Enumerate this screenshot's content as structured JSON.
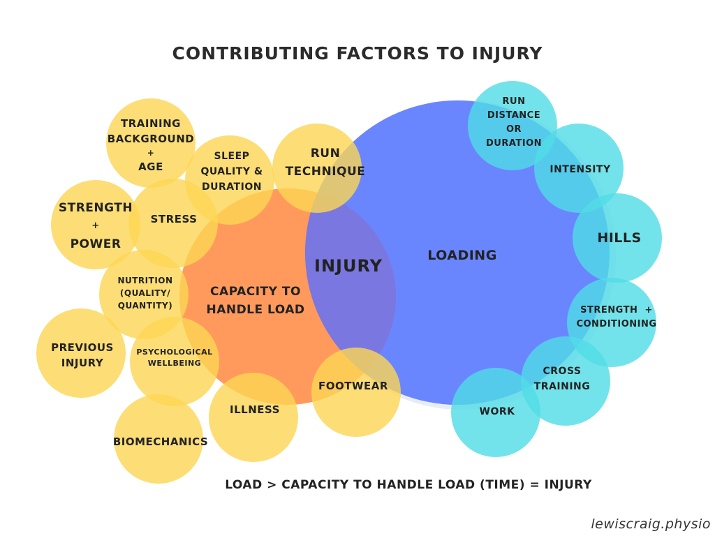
{
  "title": "CONTRIBUTING FACTORS TO INJURY",
  "formula": "LOAD > CAPACITY TO HANDLE LOAD (TIME) = INJURY",
  "watermark": "lewiscraig.physio",
  "colors": {
    "capacity": "#FF9A5C",
    "loading": "#6A86FF",
    "overlap": "#7B77E0",
    "yellow_factor": "#FDD654",
    "teal_factor": "#50DCE6"
  },
  "main_circles": {
    "capacity": {
      "label_line1": "CAPACITY TO",
      "label_line2": "HANDLE LOAD"
    },
    "loading": {
      "label": "LOADING"
    },
    "injury": {
      "label": "INJURY"
    }
  },
  "capacity_factors": {
    "training_background": {
      "line1": "TRAINING",
      "line2": "BACKGROUND",
      "line3": "+",
      "line4": "AGE"
    },
    "sleep": {
      "line1": "SLEEP",
      "line2": "QUALITY &",
      "line3": "DURATION"
    },
    "run_technique": {
      "line1": "RUN",
      "line2": "TECHNIQUE"
    },
    "strength_power": {
      "line1": "STRENGTH",
      "line2": "+",
      "line3": "POWER"
    },
    "stress": {
      "label": "STRESS"
    },
    "nutrition": {
      "line1": "NUTRITION",
      "line2": "(QUALITY/",
      "line3": "QUANTITY)"
    },
    "previous_injury": {
      "line1": "PREVIOUS",
      "line2": "INJURY"
    },
    "psychological": {
      "line1": "PSYCHOLOGICAL",
      "line2": "WELLBEING"
    },
    "illness": {
      "label": "ILLNESS"
    },
    "footwear": {
      "label": "FOOTWEAR"
    },
    "biomechanics": {
      "label": "BIOMECHANICS"
    }
  },
  "loading_factors": {
    "run_distance": {
      "line1": "RUN",
      "line2": "DISTANCE",
      "line3": "OR",
      "line4": "DURATION"
    },
    "intensity": {
      "label": "INTENSITY"
    },
    "hills": {
      "label": "HILLS"
    },
    "strength_conditioning": {
      "line1": "STRENGTH  +",
      "line2": "CONDITIONING"
    },
    "cross_training": {
      "line1": "CROSS",
      "line2": "TRAINING"
    },
    "work": {
      "label": "WORK"
    }
  }
}
